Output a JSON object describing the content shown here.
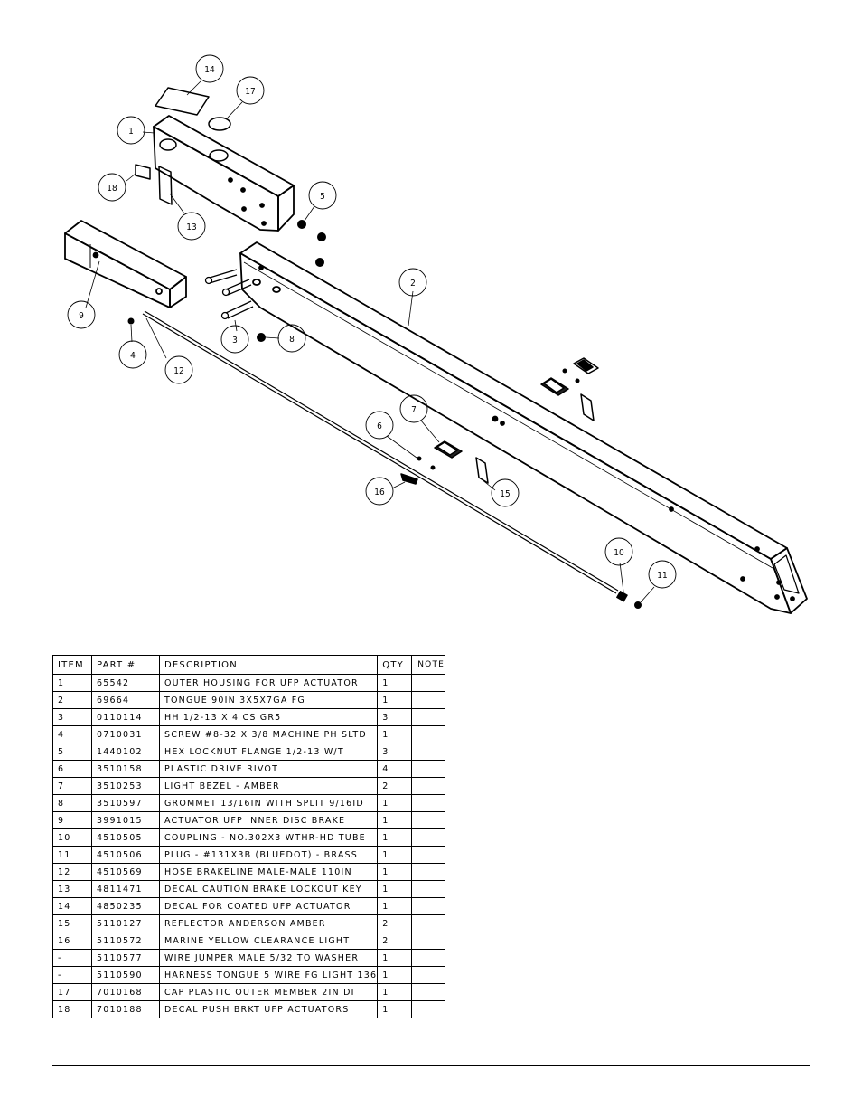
{
  "balloons": [
    "14",
    "17",
    "1",
    "18",
    "13",
    "5",
    "9",
    "2",
    "3",
    "8",
    "4",
    "12",
    "7",
    "6",
    "16",
    "15",
    "10",
    "11"
  ],
  "table": {
    "headers": {
      "item": "ITEM",
      "part": "PART #",
      "description": "DESCRIPTION",
      "qty": "QTY",
      "note": "NOTE"
    },
    "rows": [
      {
        "item": "1",
        "part": "65542",
        "description": "OUTER HOUSING FOR UFP ACTUATOR",
        "qty": "1",
        "note": ""
      },
      {
        "item": "2",
        "part": "69664",
        "description": "TONGUE 90IN 3X5X7GA FG",
        "qty": "1",
        "note": ""
      },
      {
        "item": "3",
        "part": "0110114",
        "description": "HH 1/2-13 X 4 CS GR5",
        "qty": "3",
        "note": ""
      },
      {
        "item": "4",
        "part": "0710031",
        "description": "SCREW #8-32 X 3/8 MACHINE PH SLTD",
        "qty": "1",
        "note": ""
      },
      {
        "item": "5",
        "part": "1440102",
        "description": "HEX LOCKNUT FLANGE 1/2-13 W/T",
        "qty": "3",
        "note": ""
      },
      {
        "item": "6",
        "part": "3510158",
        "description": "PLASTIC DRIVE RIVOT",
        "qty": "4",
        "note": ""
      },
      {
        "item": "7",
        "part": "3510253",
        "description": "LIGHT BEZEL - AMBER",
        "qty": "2",
        "note": ""
      },
      {
        "item": "8",
        "part": "3510597",
        "description": "GROMMET 13/16IN  WITH SPLIT 9/16ID",
        "qty": "1",
        "note": ""
      },
      {
        "item": "9",
        "part": "3991015",
        "description": "ACTUATOR UFP INNER  DISC BRAKE",
        "qty": "1",
        "note": ""
      },
      {
        "item": "10",
        "part": "4510505",
        "description": "COUPLING - NO.302X3 WTHR-HD TUBE",
        "qty": "1",
        "note": ""
      },
      {
        "item": "11",
        "part": "4510506",
        "description": "PLUG - #131X3B (BLUEDOT) - BRASS",
        "qty": "1",
        "note": ""
      },
      {
        "item": "12",
        "part": "4510569",
        "description": "HOSE BRAKELINE MALE-MALE 110IN",
        "qty": "1",
        "note": ""
      },
      {
        "item": "13",
        "part": "4811471",
        "description": "DECAL CAUTION BRAKE LOCKOUT KEY",
        "qty": "1",
        "note": ""
      },
      {
        "item": "14",
        "part": "4850235",
        "description": "DECAL FOR COATED UFP ACTUATOR",
        "qty": "1",
        "note": ""
      },
      {
        "item": "15",
        "part": "5110127",
        "description": "REFLECTOR ANDERSON AMBER",
        "qty": "2",
        "note": ""
      },
      {
        "item": "16",
        "part": "5110572",
        "description": "MARINE YELLOW CLEARANCE LIGHT",
        "qty": "2",
        "note": ""
      },
      {
        "item": "-",
        "part": "5110577",
        "description": "WIRE JUMPER MALE 5/32 TO WASHER",
        "qty": "1",
        "note": ""
      },
      {
        "item": "-",
        "part": "5110590",
        "description": "HARNESS TONGUE 5 WIRE FG LIGHT 136",
        "qty": "1",
        "note": ""
      },
      {
        "item": "17",
        "part": "7010168",
        "description": "CAP  PLASTIC OUTER MEMBER 2IN DI",
        "qty": "1",
        "note": ""
      },
      {
        "item": "18",
        "part": "7010188",
        "description": "DECAL PUSH BRKT UFP ACTUATORS",
        "qty": "1",
        "note": ""
      }
    ]
  }
}
